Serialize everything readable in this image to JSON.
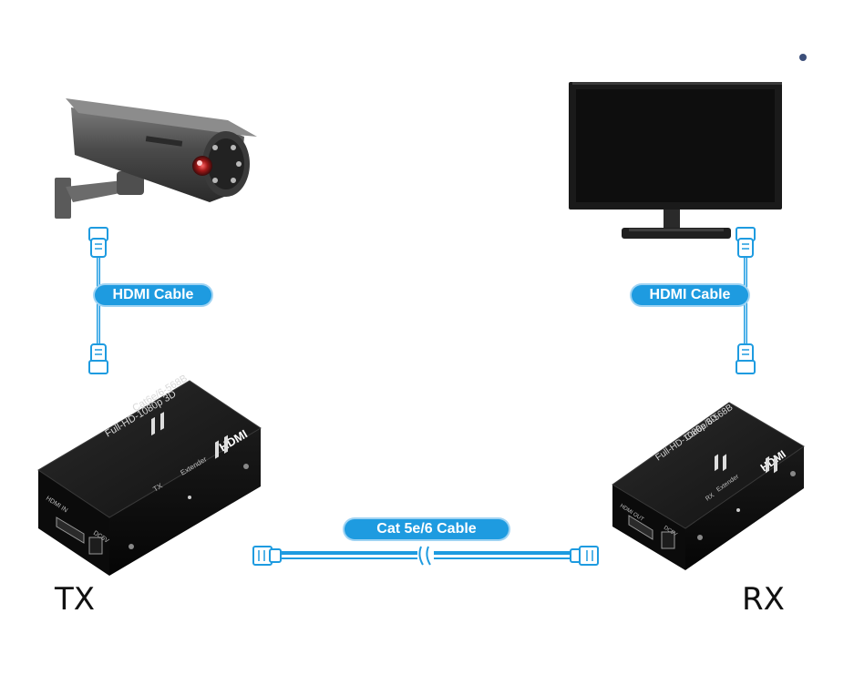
{
  "diagram": {
    "cables": {
      "left_hdmi": "HDMI Cable",
      "right_hdmi": "HDMI Cable",
      "network": "Cat 5e/6 Cable"
    },
    "devices": {
      "transmitter_caption": "TX",
      "receiver_caption": "RX",
      "transmitter_box": {
        "logo": "HDMI",
        "model_line": "Cat6e/6-568B",
        "spec_line": "Full-HD-1080p 3D",
        "extender": "Extender",
        "role": "TX",
        "port_hdmi": "HDMI IN",
        "port_dc": "DC5V"
      },
      "receiver_box": {
        "logo": "HDMI",
        "model_line": "Cat6e/6-568B",
        "spec_line": "Full-HD-1080p 3D",
        "extender": "Extender",
        "role": "RX",
        "port_hdmi": "HDMI OUT",
        "port_dc": "DC5V"
      }
    },
    "colors": {
      "cable_blue": "#1e9be0",
      "cable_light": "#8fcdf2",
      "device_black": "#151515"
    },
    "icons": [
      "security-camera-icon",
      "monitor-icon",
      "hdmi-plug-icon",
      "rj45-plug-icon"
    ]
  }
}
